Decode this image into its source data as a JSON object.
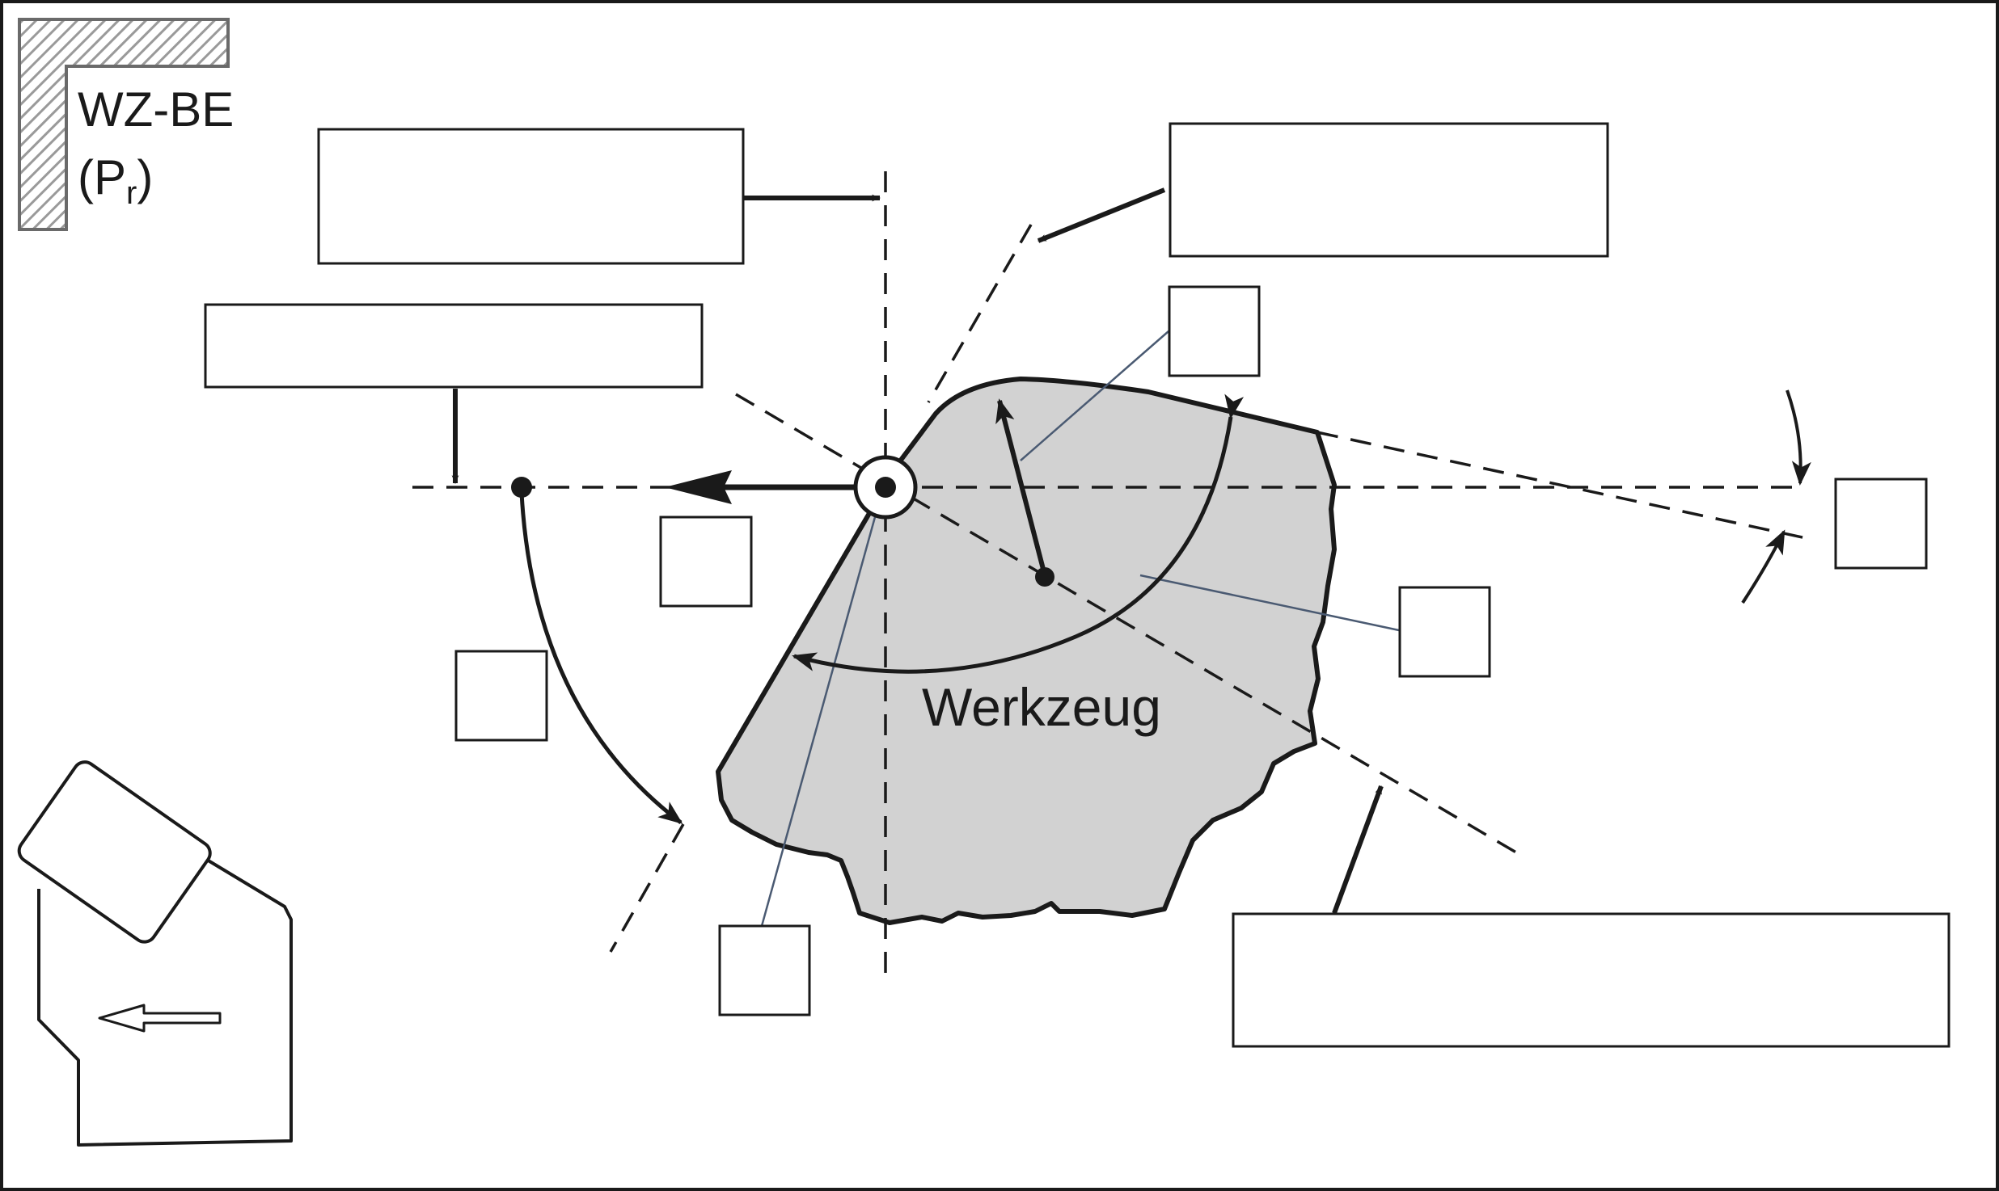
{
  "plane_label": {
    "line1": "WZ-BE",
    "line2_prefix": "(P",
    "line2_subscript": "r",
    "line2_suffix": ")"
  },
  "tool_label": "Werkzeug",
  "colors": {
    "stroke": "#1a1a1a",
    "tool_fill": "#d2d2d2",
    "leader_line": "#4a5a72",
    "hatch": "#9a9a9a"
  },
  "label_boxes": [
    {
      "id": "box-top-left",
      "text": ""
    },
    {
      "id": "box-top-right",
      "text": ""
    },
    {
      "id": "box-mid-left",
      "text": ""
    },
    {
      "id": "box-bottom-right",
      "text": ""
    },
    {
      "id": "small-box-rake-point",
      "text": ""
    },
    {
      "id": "small-box-feed",
      "text": ""
    },
    {
      "id": "small-box-setting-angle",
      "text": ""
    },
    {
      "id": "small-box-major-edge",
      "text": ""
    },
    {
      "id": "small-box-minor-edge",
      "text": ""
    },
    {
      "id": "small-box-minor-angle",
      "text": ""
    }
  ],
  "icons": [
    "hatched-reference-plane-icon",
    "tool-in-holder-icon",
    "feed-direction-arrow-icon",
    "cutting-point-icon"
  ]
}
